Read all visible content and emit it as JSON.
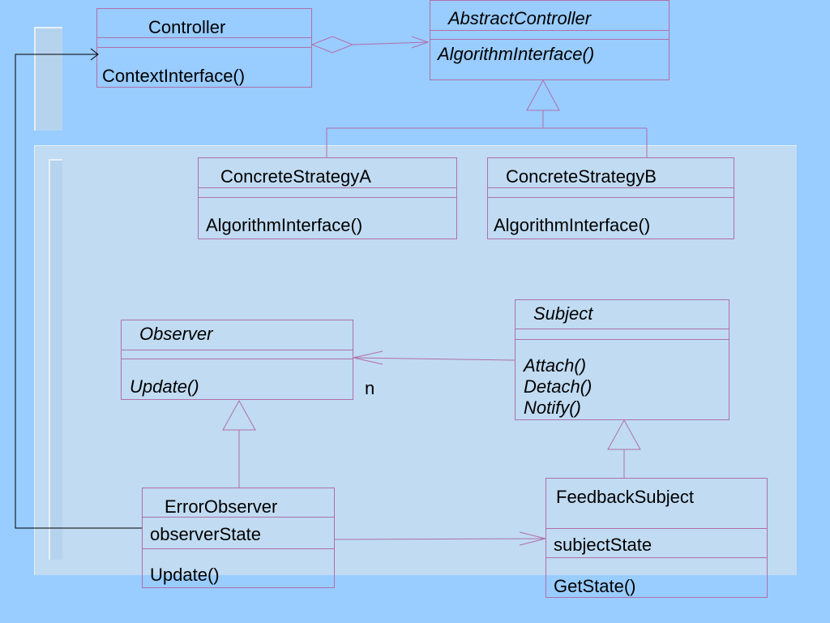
{
  "classes": {
    "controller": {
      "name": "Controller",
      "operations": [
        "ContextInterface()"
      ]
    },
    "abstract_controller": {
      "name": "AbstractController",
      "operations": [
        "AlgorithmInterface()"
      ]
    },
    "concrete_strategy_a": {
      "name": "ConcreteStrategyA",
      "operations": [
        "AlgorithmInterface()"
      ]
    },
    "concrete_strategy_b": {
      "name": "ConcreteStrategyB",
      "operations": [
        "AlgorithmInterface()"
      ]
    },
    "observer": {
      "name": "Observer",
      "operations": [
        "Update()"
      ]
    },
    "subject": {
      "name": "Subject",
      "operations": [
        "Attach()",
        "Detach()",
        "Notify()"
      ]
    },
    "error_observer": {
      "name": "ErrorObserver",
      "attributes": [
        "observerState"
      ],
      "operations": [
        "Update()"
      ]
    },
    "feedback_subject": {
      "name": "FeedbackSubject",
      "attributes": [
        "subjectState"
      ],
      "operations": [
        "GetState()"
      ]
    }
  },
  "multiplicity": {
    "subject_observer": "n"
  },
  "colors": {
    "background": "#99ccff",
    "panel": "#c0dbf2",
    "class_border": "#b070a8",
    "uml_line": "#b070a8",
    "black_line": "#000000"
  }
}
